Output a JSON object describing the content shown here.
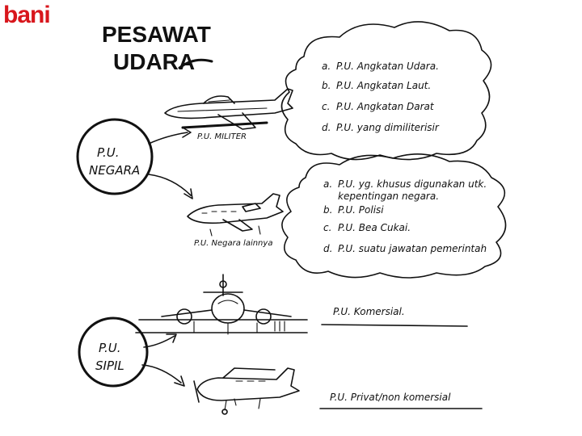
{
  "logo": {
    "text": "bani",
    "color": "#d8161c"
  },
  "title": {
    "line1": "PESAWAT",
    "line2": "UDARA"
  },
  "military_group": {
    "items": [
      {
        "letter": "a.",
        "text": "P.U. Angkatan Udara."
      },
      {
        "letter": "b.",
        "text": "P.U. Angkatan Laut."
      },
      {
        "letter": "c.",
        "text": "P.U. Angkatan Darat"
      },
      {
        "letter": "d.",
        "text": "P.U. yang dimiliterisir"
      }
    ],
    "plane_label": "P.U. MILITER"
  },
  "state_group": {
    "circle_line1": "P.U.",
    "circle_line2": "NEGARA",
    "items": [
      {
        "letter": "a.",
        "text": "P.U. yg. khusus digunakan utk.",
        "text2": "kepentingan negara."
      },
      {
        "letter": "b.",
        "text": "P.U. Polisi"
      },
      {
        "letter": "c.",
        "text": "P.U. Bea Cukai."
      },
      {
        "letter": "d.",
        "text": "P.U. suatu jawatan pemerintah"
      }
    ],
    "plane_label": "P.U. Negara lainnya"
  },
  "civil_group": {
    "circle_line1": "P.U.",
    "circle_line2": "SIPIL",
    "commercial_label": "P.U. Komersial.",
    "private_label": "P.U. Privat/non komersial"
  }
}
